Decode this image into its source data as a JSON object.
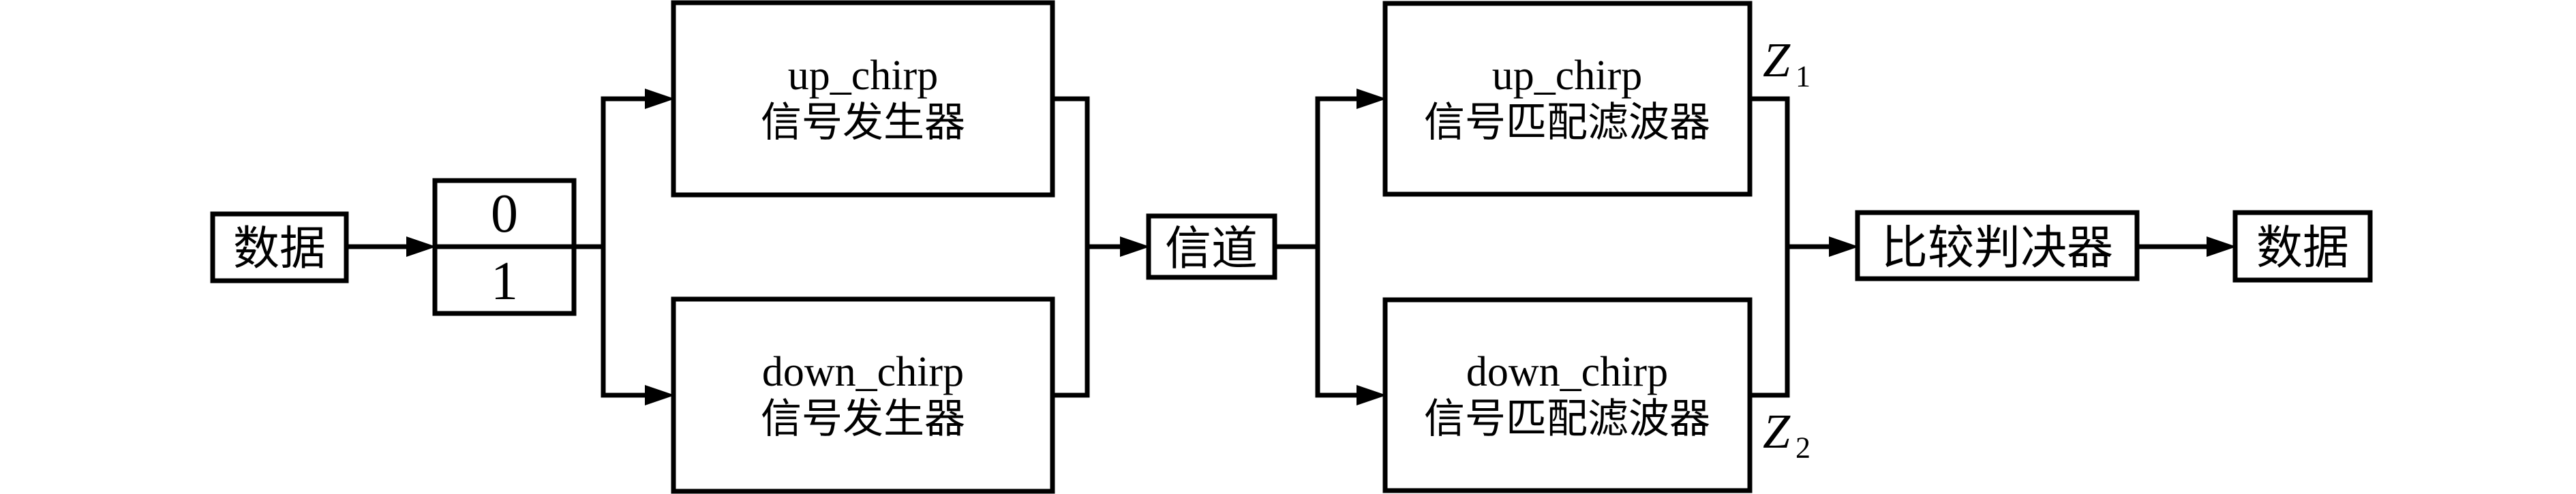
{
  "colors": {
    "background": "#ffffff",
    "box_fill": "#ffffff",
    "line": "#000000",
    "text": "#000000"
  },
  "nodes": {
    "data_in": {
      "label": "数据"
    },
    "bit_selector": {
      "bit0": "0",
      "bit1": "1"
    },
    "up_chirp_generator": {
      "line1": "up_chirp",
      "line2": "信号发生器"
    },
    "down_chirp_generator": {
      "line1": "down_chirp",
      "line2": "信号发生器"
    },
    "channel": {
      "label": "信道"
    },
    "up_chirp_matched_filter": {
      "line1": "up_chirp",
      "line2": "信号匹配滤波器"
    },
    "down_chirp_matched_filter": {
      "line1": "down_chirp",
      "line2": "信号匹配滤波器"
    },
    "comparator": {
      "label": "比较判决器"
    },
    "data_out": {
      "label": "数据"
    }
  },
  "annotations": {
    "z1": {
      "base": "Z",
      "sub": "1"
    },
    "z2": {
      "base": "Z",
      "sub": "2"
    }
  }
}
